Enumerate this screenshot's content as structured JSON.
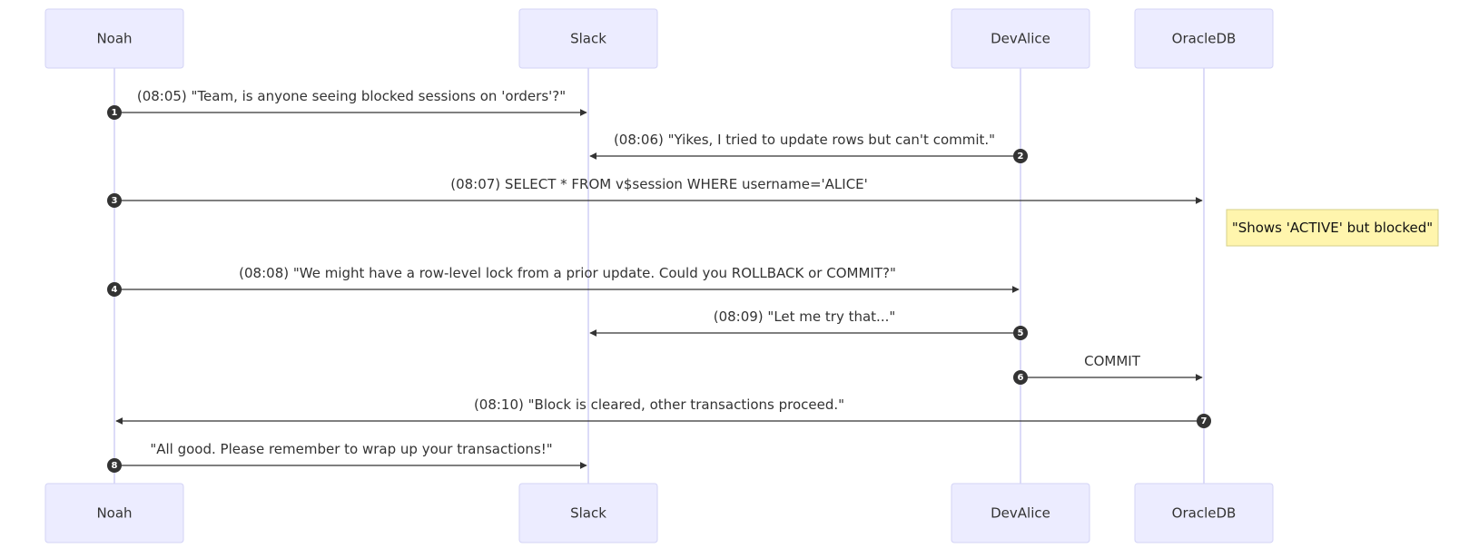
{
  "diagram": {
    "type": "sequence",
    "participants": [
      {
        "id": "noah",
        "label": "Noah"
      },
      {
        "id": "slack",
        "label": "Slack"
      },
      {
        "id": "devalice",
        "label": "DevAlice"
      },
      {
        "id": "oracledb",
        "label": "OracleDB"
      }
    ],
    "messages": [
      {
        "num": "1",
        "from": "noah",
        "to": "slack",
        "text": "(08:05) \"Team, is anyone seeing blocked sessions on 'orders'?\""
      },
      {
        "num": "2",
        "from": "devalice",
        "to": "slack",
        "text": "(08:06) \"Yikes, I tried to update rows but can't commit.\""
      },
      {
        "num": "3",
        "from": "noah",
        "to": "oracledb",
        "text": "(08:07) SELECT * FROM v$session WHERE username='ALICE'"
      },
      {
        "num": "4",
        "from": "noah",
        "to": "devalice",
        "text": "(08:08) \"We might have a row-level lock from a prior update. Could you ROLLBACK or COMMIT?\""
      },
      {
        "num": "5",
        "from": "devalice",
        "to": "slack",
        "text": "(08:09) \"Let me try that...\""
      },
      {
        "num": "6",
        "from": "devalice",
        "to": "oracledb",
        "text": "COMMIT"
      },
      {
        "num": "7",
        "from": "oracledb",
        "to": "noah",
        "text": "(08:10) \"Block is cleared, other transactions proceed.\""
      },
      {
        "num": "8",
        "from": "noah",
        "to": "slack",
        "text": "\"All good. Please remember to wrap up your transactions!\""
      }
    ],
    "note": {
      "over": "oracledb",
      "text": "\"Shows 'ACTIVE' but blocked\""
    }
  }
}
